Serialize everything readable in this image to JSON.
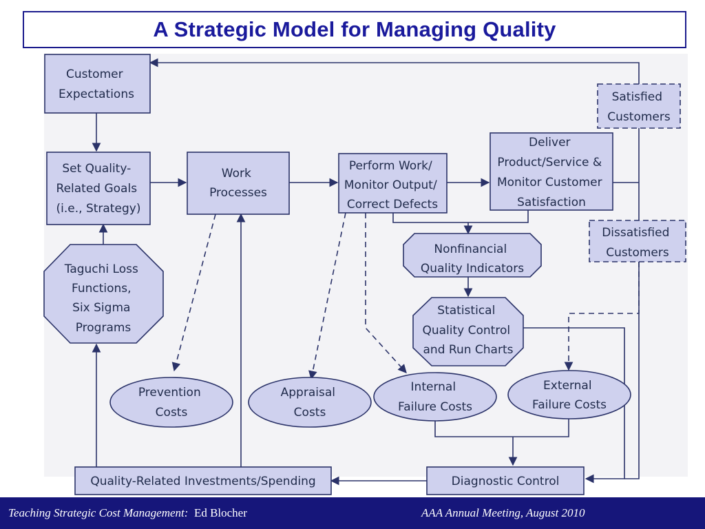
{
  "title": "A Strategic Model for Managing Quality",
  "nodes": {
    "customer_expectations": [
      "Customer",
      "Expectations"
    ],
    "satisfied_customers": [
      "Satisfied",
      "Customers"
    ],
    "set_goals": [
      "Set Quality-",
      "Related Goals",
      "(i.e., Strategy)"
    ],
    "work_processes": [
      "Work",
      "Processes"
    ],
    "perform_work": [
      "Perform Work/",
      "Monitor Output/",
      "Correct Defects"
    ],
    "deliver": [
      "Deliver",
      "Product/Service &",
      "Monitor Customer",
      "Satisfaction"
    ],
    "dissatisfied_customers": [
      "Dissatisfied",
      "Customers"
    ],
    "nonfinancial": [
      "Nonfinancial",
      "Quality Indicators"
    ],
    "taguchi": [
      "Taguchi Loss",
      "Functions,",
      "Six Sigma",
      "Programs"
    ],
    "statistical": [
      "Statistical",
      "Quality Control",
      "and Run Charts"
    ],
    "prevention_costs": [
      "Prevention",
      "Costs"
    ],
    "appraisal_costs": [
      "Appraisal",
      "Costs"
    ],
    "internal_failure": [
      "Internal",
      "Failure Costs"
    ],
    "external_failure": [
      "External",
      "Failure Costs"
    ],
    "investments": [
      "Quality-Related Investments/Spending"
    ],
    "diagnostic": [
      "Diagnostic Control"
    ]
  },
  "footer": {
    "left_italic": "Teaching Strategic Cost Management:",
    "left_author": "Ed  Blocher",
    "right": "AAA Annual Meeting,  August  2010"
  },
  "colors": {
    "node_fill": "#cfd1ee",
    "node_stroke": "#2a3268",
    "title_text": "#1a1a9c",
    "footer_bg": "#16167a"
  }
}
